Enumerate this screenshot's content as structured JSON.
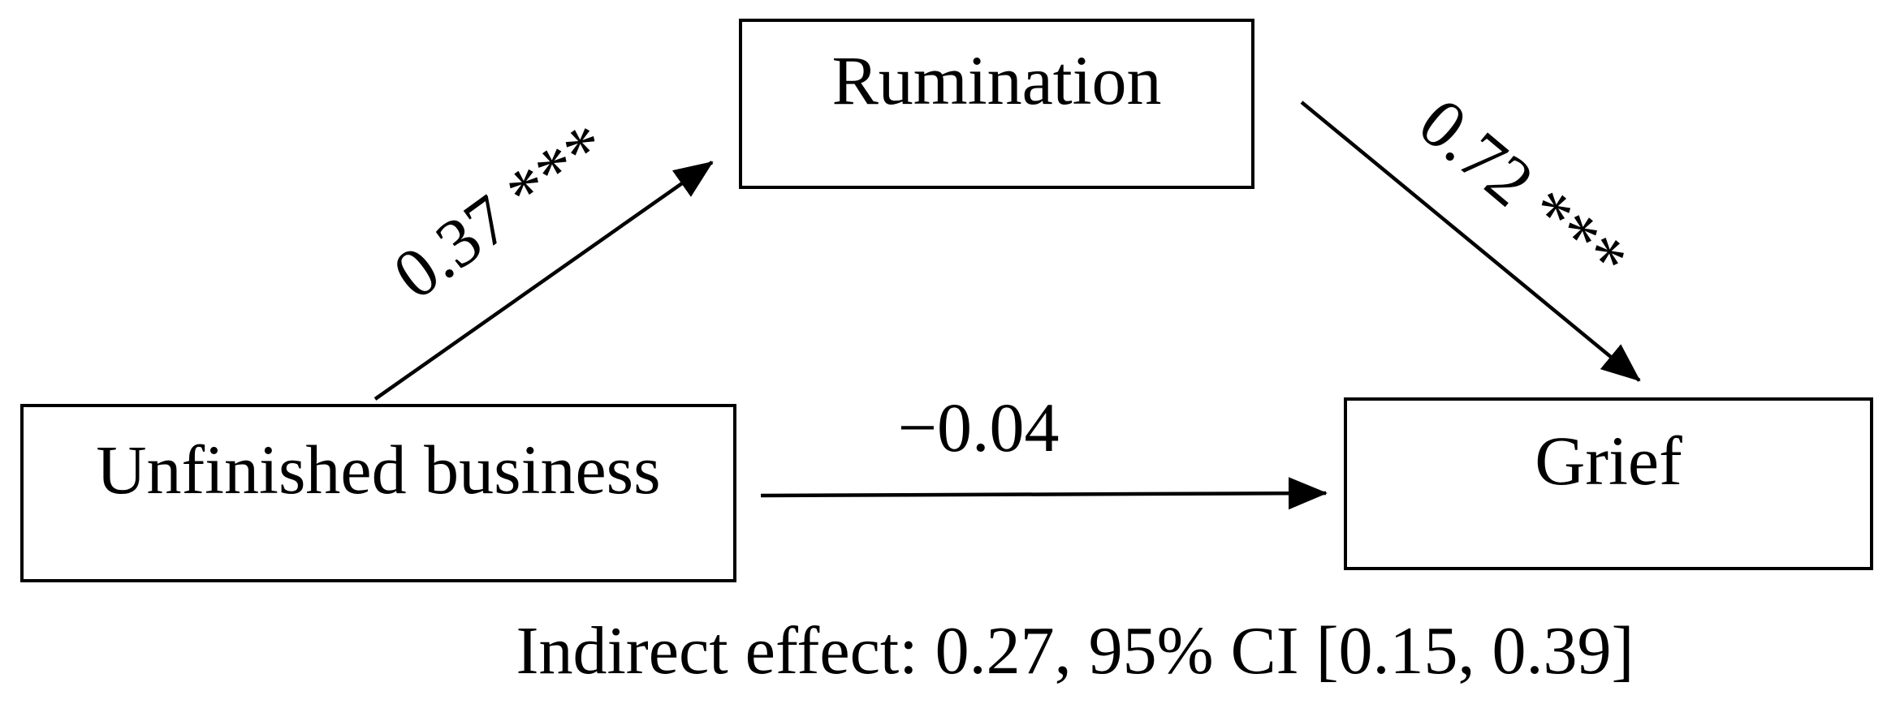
{
  "figure": {
    "type": "mediation-path-diagram",
    "background_color": "#ffffff",
    "line_color": "#000000",
    "text_color": "#000000",
    "box_fill": "#ffffff",
    "nodes": {
      "predictor": {
        "label": "Unfinished business"
      },
      "mediator": {
        "label": "Rumination"
      },
      "outcome": {
        "label": "Grief"
      }
    },
    "paths": {
      "a": {
        "from": "Unfinished business",
        "to": "Rumination",
        "label": "0.37 ***"
      },
      "b": {
        "from": "Rumination",
        "to": "Grief",
        "label": "0.72 ***"
      },
      "c_prime": {
        "from": "Unfinished business",
        "to": "Grief",
        "label": "−0.04"
      }
    },
    "note": "Indirect effect: 0.27, 95% CI [0.15, 0.39]"
  }
}
